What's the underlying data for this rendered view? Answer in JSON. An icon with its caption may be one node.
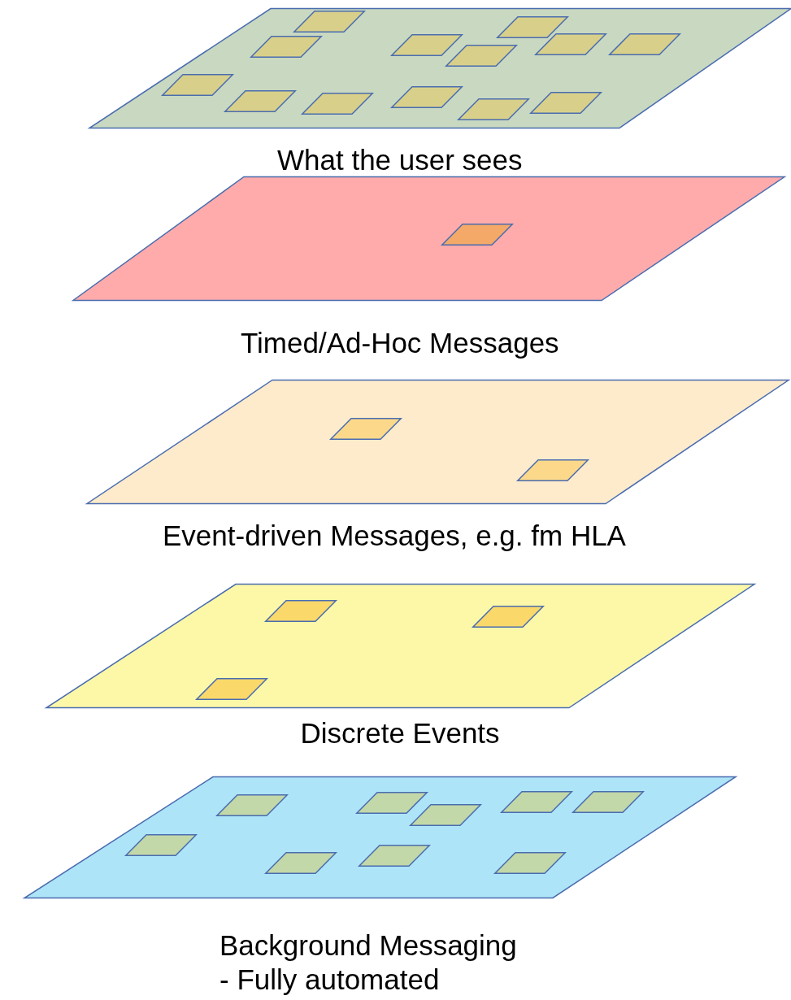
{
  "diagram": {
    "nodes": [
      {
        "text": [
          "What the user sees"
        ]
      },
      {
        "text": [],
        "shape": "parallelogram",
        "in": 0
      },
      {
        "text": [],
        "shape": "parallelogram",
        "in": 0
      },
      {
        "text": [],
        "shape": "parallelogram",
        "in": 0
      },
      {
        "text": [],
        "shape": "parallelogram",
        "in": 0
      },
      {
        "text": [],
        "shape": "parallelogram",
        "in": 0
      },
      {
        "text": [],
        "shape": "parallelogram",
        "in": 0
      },
      {
        "text": [],
        "shape": "parallelogram",
        "in": 0
      },
      {
        "text": [],
        "shape": "parallelogram",
        "in": 0
      },
      {
        "text": [],
        "shape": "parallelogram",
        "in": 0
      },
      {
        "text": [],
        "shape": "parallelogram",
        "in": 0
      },
      {
        "text": [],
        "shape": "parallelogram",
        "in": 0
      },
      {
        "text": [],
        "shape": "parallelogram",
        "in": 0
      },
      {
        "text": [],
        "shape": "parallelogram",
        "in": 0
      },
      {
        "text": [
          "Timed/Ad-Hoc Messages"
        ]
      },
      {
        "text": [],
        "shape": "parallelogram",
        "in": 14
      },
      {
        "text": [
          "Event-driven Messages, e.g. fm HLA"
        ]
      },
      {
        "text": [],
        "shape": "parallelogram",
        "in": 16
      },
      {
        "text": [],
        "shape": "parallelogram",
        "in": 16
      },
      {
        "text": [
          "Discrete Events"
        ]
      },
      {
        "text": [],
        "shape": "parallelogram",
        "in": 19
      },
      {
        "text": [],
        "shape": "parallelogram",
        "in": 19
      },
      {
        "text": [],
        "shape": "parallelogram",
        "in": 19
      },
      {
        "text": [
          "Background Messaging",
          "- Fully automated"
        ]
      },
      {
        "text": [],
        "shape": "parallelogram",
        "in": 23
      },
      {
        "text": [],
        "shape": "parallelogram",
        "in": 23
      },
      {
        "text": [],
        "shape": "parallelogram",
        "in": 23
      },
      {
        "text": [],
        "shape": "parallelogram",
        "in": 23
      },
      {
        "text": [],
        "shape": "parallelogram",
        "in": 23
      },
      {
        "text": [],
        "shape": "parallelogram",
        "in": 23
      },
      {
        "text": [],
        "shape": "parallelogram",
        "in": 23
      },
      {
        "text": [],
        "shape": "parallelogram",
        "in": 23
      },
      {
        "text": [],
        "shape": "parallelogram",
        "in": 23
      }
    ],
    "edges": []
  }
}
